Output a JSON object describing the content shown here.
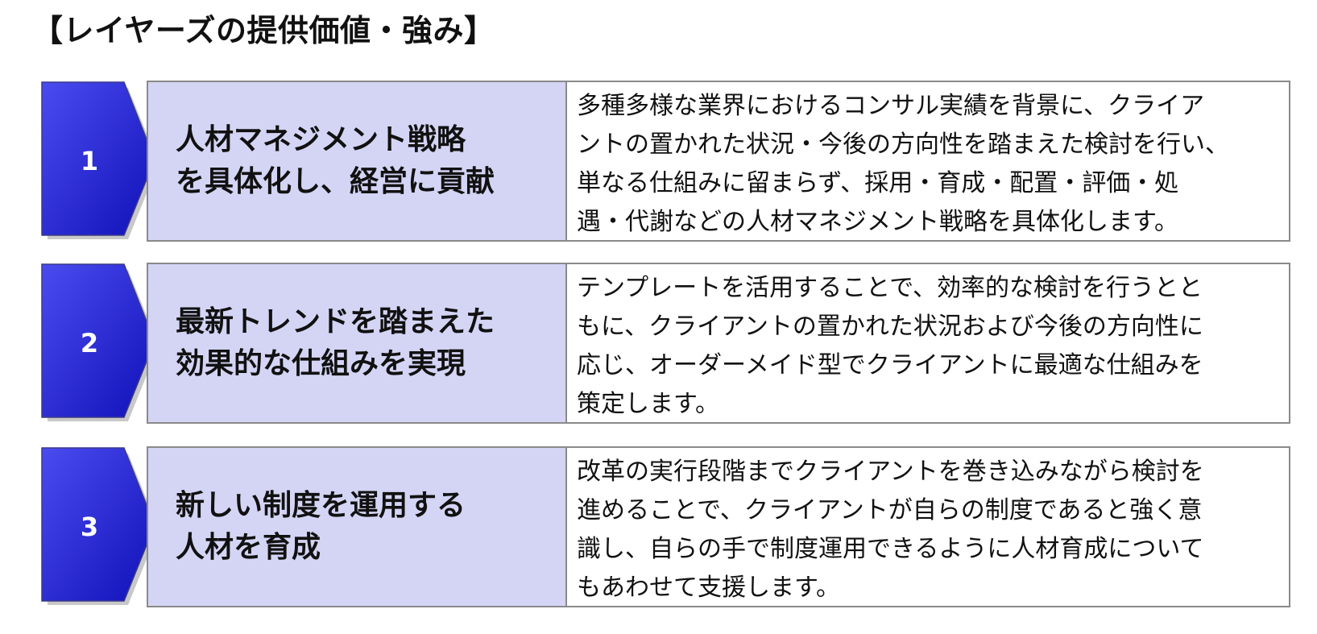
{
  "page": {
    "title": "【レイヤーズの提供価値・強み】"
  },
  "rows": [
    {
      "number": "1",
      "heading": "人材マネジメント戦略\nを具体化し、経営に貢献",
      "description": "多種多様な業界におけるコンサル実績を背景に、クライア\nントの置かれた状況・今後の方向性を踏まえた検討を行い、\n単なる仕組みに留まらず、採用・育成・配置・評価・処\n遇・代謝などの人材マネジメント戦略を具体化します。"
    },
    {
      "number": "2",
      "heading": "最新トレンドを踏まえた\n効果的な仕組みを実現",
      "description": "テンプレートを活用することで、効率的な検討を行うとと\nもに、クライアントの置かれた状況および今後の方向性に\n応じ、オーダーメイド型でクライアントに最適な仕組みを\n策定します。"
    },
    {
      "number": "3",
      "heading": "新しい制度を運用する\n人材を育成",
      "description": "改革の実行段階までクライアントを巻き込みながら検討を\n進めることで、クライアントが自らの制度であると強く意\n識し、自らの手で制度運用できるように人材育成について\nもあわせて支援します。"
    }
  ],
  "colors": {
    "badge_light": "#4a4cf0",
    "badge_dark": "#1010b8",
    "heading_bg": "#d4d5f5",
    "border": "#8a8a8a"
  }
}
